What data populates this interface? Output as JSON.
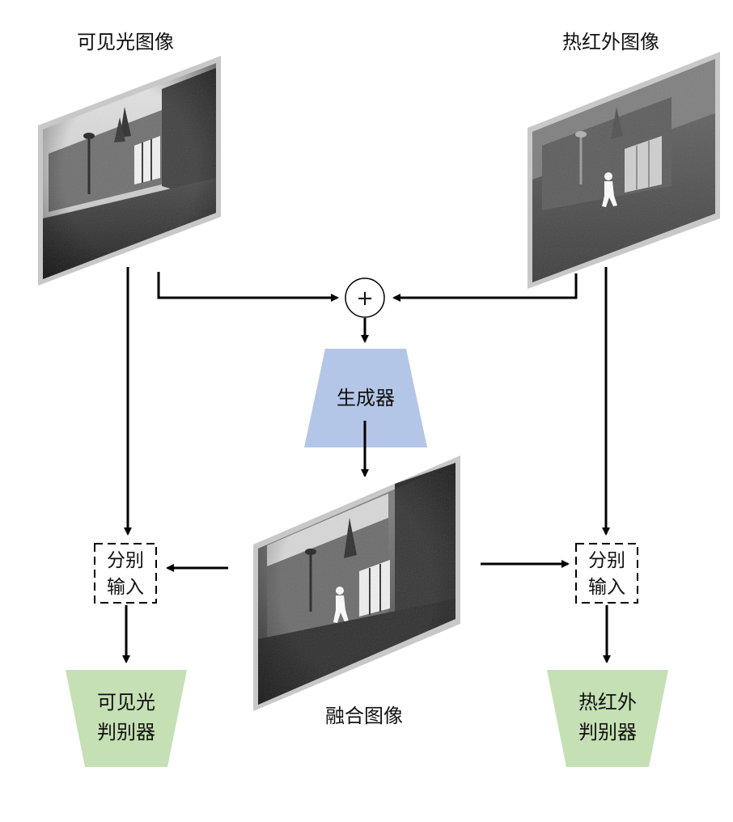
{
  "title_visible": "可见光图像",
  "title_infrared": "热红外图像",
  "title_fused": "融合图像",
  "generator_label": "生成器",
  "separate_input_left": {
    "line1": "分别",
    "line2": "输入"
  },
  "separate_input_right": {
    "line1": "分别",
    "line2": "输入"
  },
  "discriminator_visible": {
    "line1": "可见光",
    "line2": "判别器"
  },
  "discriminator_infrared": {
    "line1": "热红外",
    "line2": "判别器"
  },
  "concat_symbol": "+",
  "colors": {
    "generator_fill": "#b4c6e7",
    "discriminator_fill": "#c5e0b4",
    "arrow": "#000000"
  }
}
